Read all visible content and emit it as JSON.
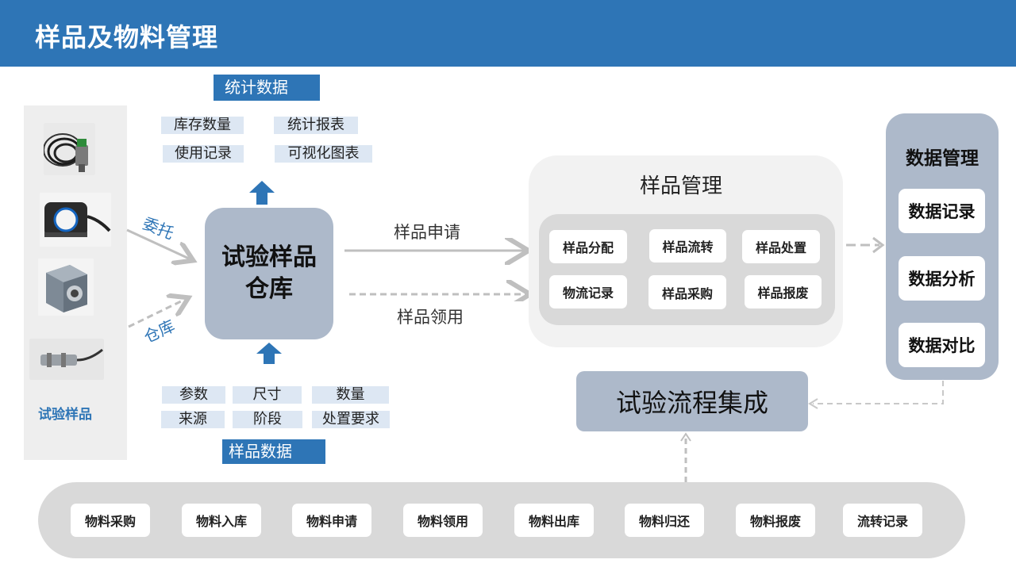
{
  "header": {
    "title": "样品及物料管理"
  },
  "samples": {
    "caption": "试验样品",
    "images": [
      "cable-sensor",
      "current-clamp-sensor",
      "accelerometer-cube",
      "proximity-probe"
    ]
  },
  "left_flow": {
    "entrust": "委托",
    "warehouse_in": "仓库"
  },
  "warehouse": {
    "label": "试验样品仓库"
  },
  "statistics": {
    "tag": "统计数据",
    "items": [
      "库存数量",
      "统计报表",
      "使用记录",
      "可视化图表"
    ]
  },
  "sample_data": {
    "tag": "样品数据",
    "items": [
      "参数",
      "尺寸",
      "数量",
      "来源",
      "阶段",
      "处置要求"
    ]
  },
  "middle_flow": {
    "apply": "样品申请",
    "receive": "样品领用"
  },
  "sample_management": {
    "title": "样品管理",
    "items": [
      "样品分配",
      "样品流转",
      "样品处置",
      "物流记录",
      "样品采购",
      "样品报废"
    ]
  },
  "data_management": {
    "title": "数据管理",
    "items": [
      "数据记录",
      "数据分析",
      "数据对比"
    ]
  },
  "test_flow": {
    "label": "试验流程集成"
  },
  "materials": {
    "items": [
      "物料采购",
      "物料入库",
      "物料申请",
      "物料领用",
      "物料出库",
      "物料归还",
      "物料报废",
      "流转记录"
    ]
  },
  "colors": {
    "header": "#2e75b6",
    "box_gray_blue": "#adb9ca",
    "chip_bg": "#dde7f3",
    "arrow_gray": "#bfbfbf"
  }
}
